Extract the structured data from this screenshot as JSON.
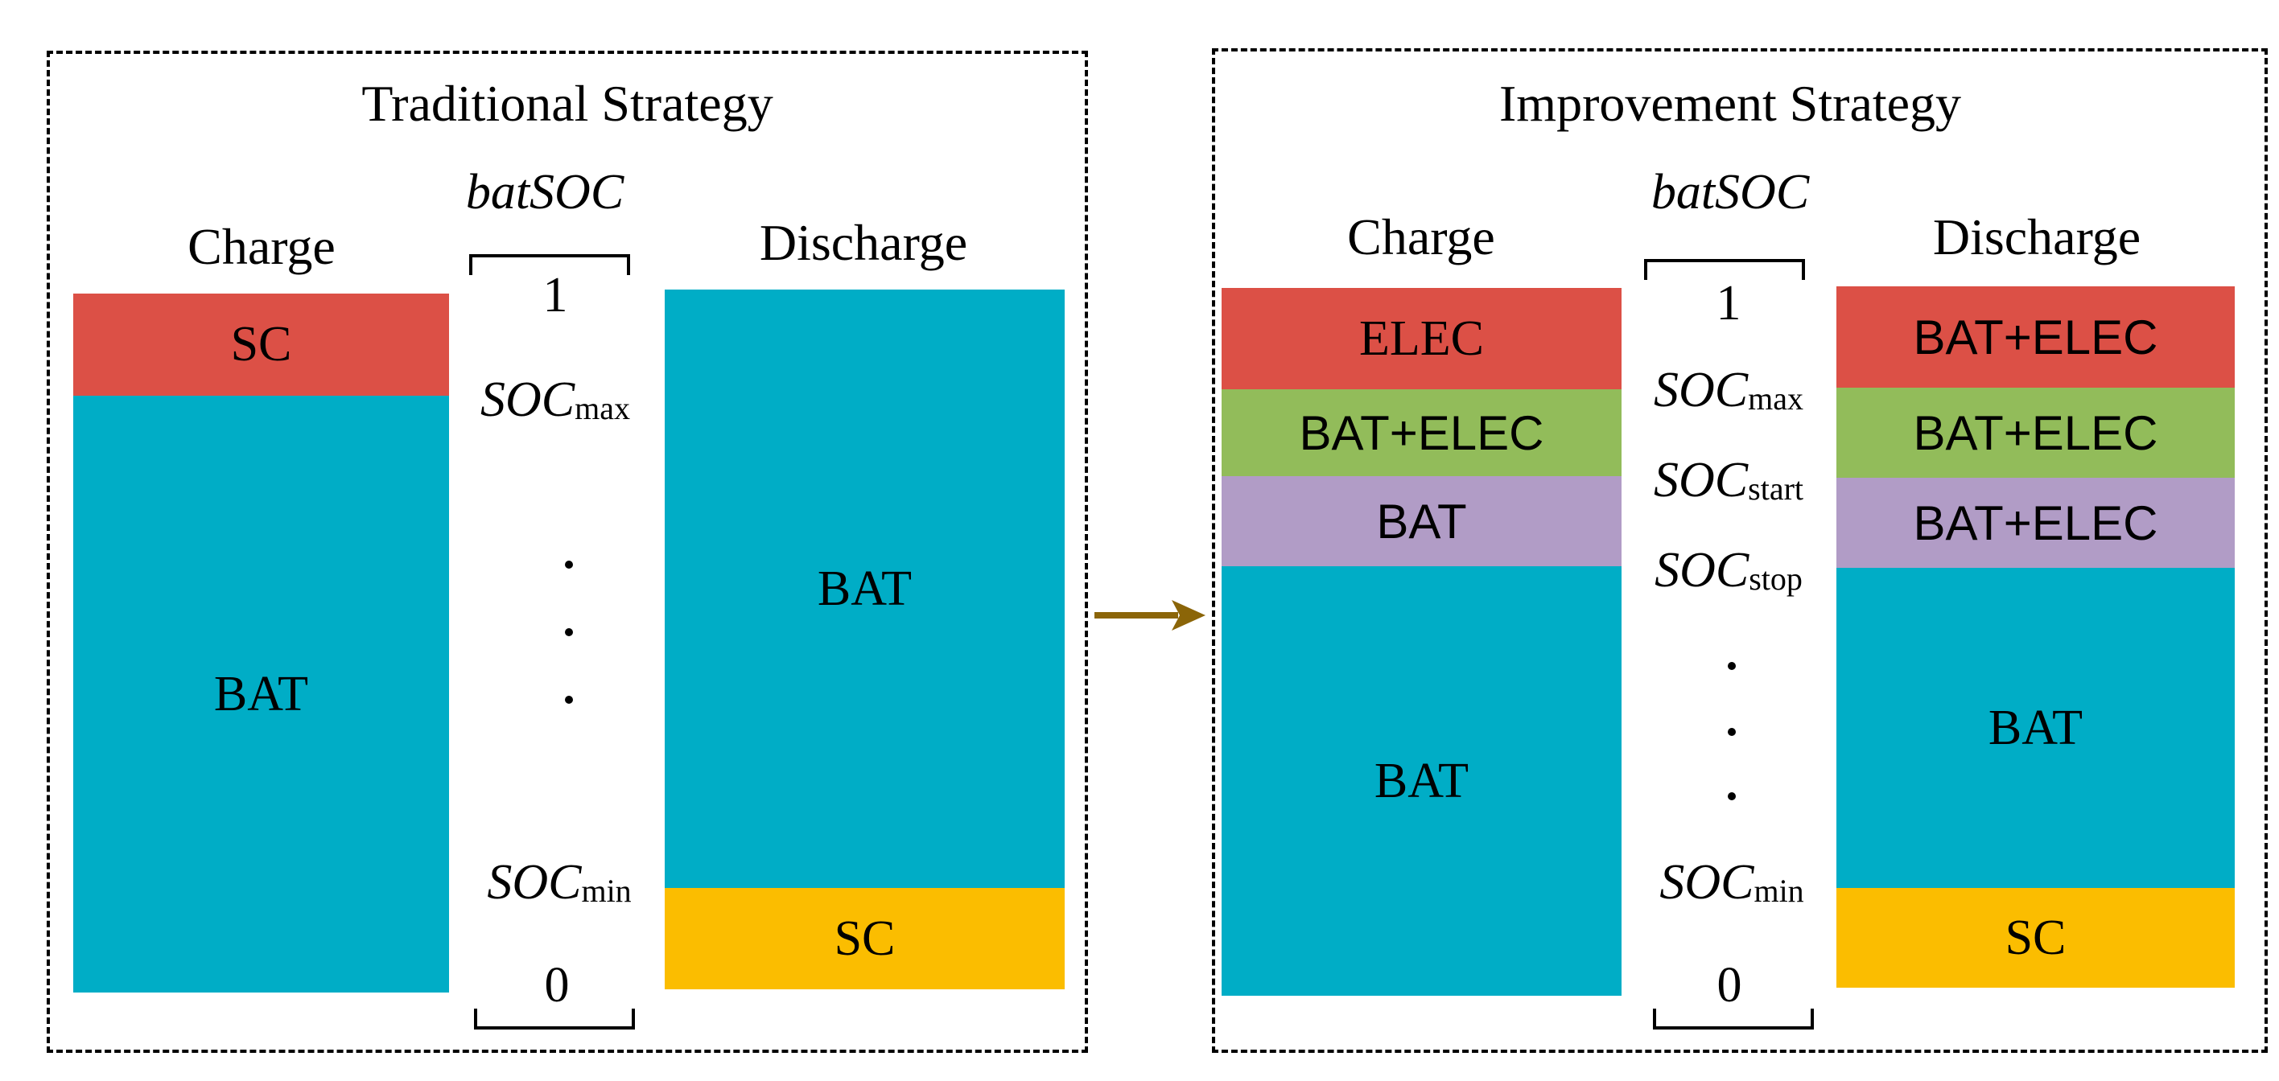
{
  "left": {
    "title": "Traditional Strategy",
    "axis_title": "batSOC",
    "charge": {
      "header": "Charge",
      "segments": [
        "SC",
        "BAT"
      ]
    },
    "discharge": {
      "header": "Discharge",
      "segments": [
        "BAT",
        "SC"
      ]
    },
    "axis": {
      "top": "1",
      "max_base": "SOC",
      "max_sub": "max",
      "min_base": "SOC",
      "min_sub": "min",
      "bottom": "0"
    }
  },
  "right": {
    "title": "Improvement Strategy",
    "axis_title": "batSOC",
    "charge": {
      "header": "Charge",
      "segments": [
        "ELEC",
        "BAT+ELEC",
        "BAT",
        "BAT"
      ]
    },
    "discharge": {
      "header": "Discharge",
      "segments": [
        "BAT+ELEC",
        "BAT+ELEC",
        "BAT+ELEC",
        "BAT",
        "SC"
      ]
    },
    "axis": {
      "top": "1",
      "max_base": "SOC",
      "max_sub": "max",
      "start_base": "SOC",
      "start_sub": "start",
      "stop_base": "SOC",
      "stop_sub": "stop",
      "min_base": "SOC",
      "min_sub": "min",
      "bottom": "0"
    }
  },
  "colors": {
    "bat": "#00adc6",
    "sc_charge": "#dc5046",
    "sc_discharge": "#fbbd00",
    "elec": "#dc5046",
    "bat_elec": "#92bc5a",
    "bat_only": "#b19cc6",
    "arrow": "#8b6508"
  }
}
